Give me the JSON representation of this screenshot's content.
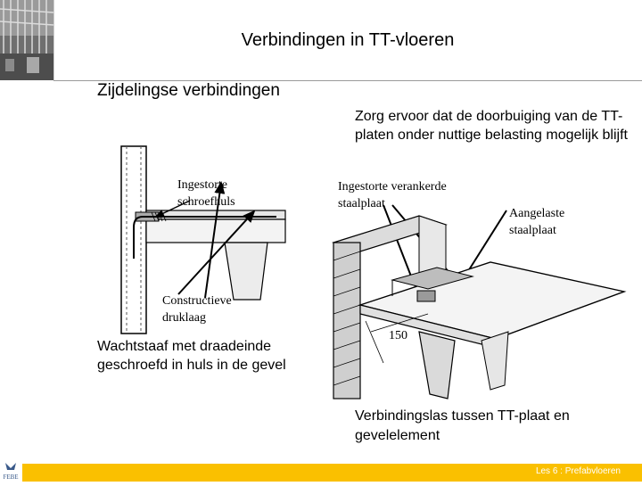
{
  "header": {
    "title": "Verbindingen in TT-vloeren",
    "subtitle": "Zijdelingse verbindingen"
  },
  "content": {
    "note": "Zorg ervoor dat de doorbuiging van de TT-platen onder nuttige belasting mogelijk blijft",
    "left_figure": {
      "label_schroefhuls": "Ingestorte schroefhuls",
      "label_druklaag": "Constructieve druklaag",
      "caption": "Wachtstaaf met draadeinde geschroefd in huls in de gevel"
    },
    "right_figure": {
      "label_verankerde": "Ingestorte verankerde staalplaat",
      "label_aangelaste": "Aangelaste staalplaat",
      "dimension": "150",
      "caption": "Verbindingslas tussen TT-plaat en gevelelement"
    }
  },
  "footer": {
    "text": "Les 6 : Prefabvloeren",
    "logo_text": "FEBE",
    "bar_color": "#fac000"
  }
}
